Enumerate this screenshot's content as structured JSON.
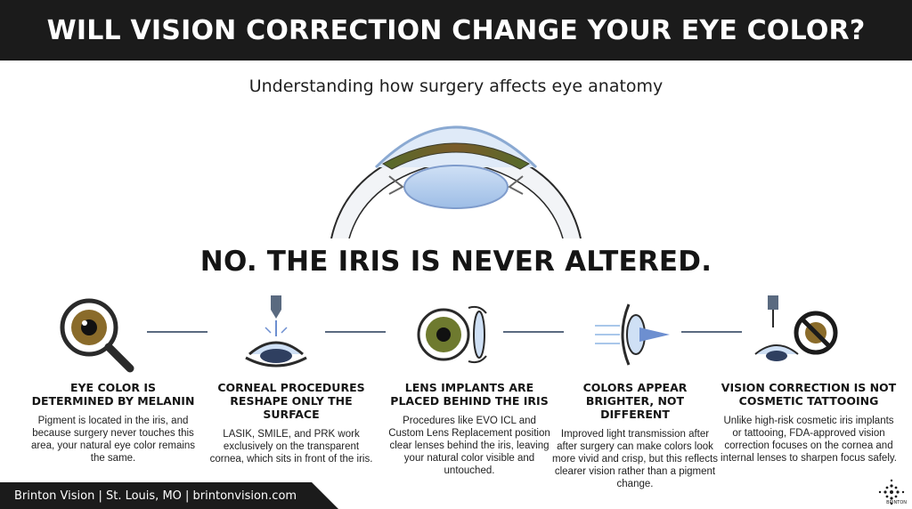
{
  "header": {
    "title": "WILL VISION CORRECTION CHANGE YOUR EYE COLOR?"
  },
  "subtitle": "Understanding how surgery affects eye anatomy",
  "answer": "NO. THE IRIS IS NEVER ALTERED.",
  "columns": [
    {
      "title": "EYE COLOR IS DETERMINED BY MELANIN",
      "body": "Pigment is located in the iris, and because surgery never touches this area, your natural eye color remains the same.",
      "icon": "magnifier-eye-icon"
    },
    {
      "title": "CORNEAL PROCEDURES RESHAPE ONLY THE SURFACE",
      "body": "LASIK, SMILE, and PRK work exclusively on the transparent cornea, which sits in front of the iris.",
      "icon": "laser-cornea-icon"
    },
    {
      "title": "LENS IMPLANTS ARE PLACED BEHIND THE IRIS",
      "body": "Procedures like EVO ICL and Custom Lens Replacement position clear lenses behind the iris, leaving your natural color visible and untouched.",
      "icon": "lens-implant-icon"
    },
    {
      "title": "COLORS APPEAR BRIGHTER, NOT DIFFERENT",
      "body": "Improved light transmission after after surgery can make colors look more vivid and crisp, but this reflects clearer vision rather than a pigment change.",
      "icon": "light-transmission-icon"
    },
    {
      "title": "VISION CORRECTION IS NOT COSMETIC TATTOOING",
      "body": "Unlike high-risk cosmetic iris implants or tattooing, FDA-approved vision correction focuses on the cornea and internal lenses to sharpen focus safely.",
      "icon": "no-tattoo-icon"
    }
  ],
  "footer": {
    "text": "Brinton Vision  |  St. Louis, MO  |  brintonvision.com"
  },
  "logo": {
    "text": "BRINTON"
  },
  "colors": {
    "banner": "#1b1b1b",
    "iris_brown": "#6b5a2c",
    "lens_blue": "#a9c7ea",
    "connector": "#5a6a80"
  }
}
